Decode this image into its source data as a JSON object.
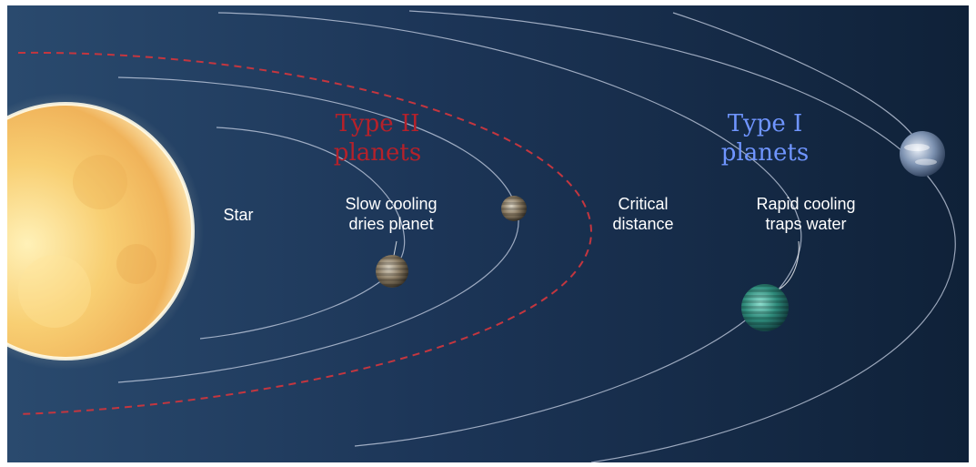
{
  "labels": {
    "star": "Star",
    "slow_cooling": "Slow cooling\ndries planet",
    "critical": "Critical\ndistance",
    "rapid_cooling": "Rapid cooling\ntraps water"
  },
  "titles": {
    "type_two": "Type II\nplanets",
    "type_one": "Type I\nplanets"
  },
  "colors": {
    "type_two": "#b5212a",
    "type_one": "#6f95ff",
    "critical_line": "#c4363f"
  }
}
